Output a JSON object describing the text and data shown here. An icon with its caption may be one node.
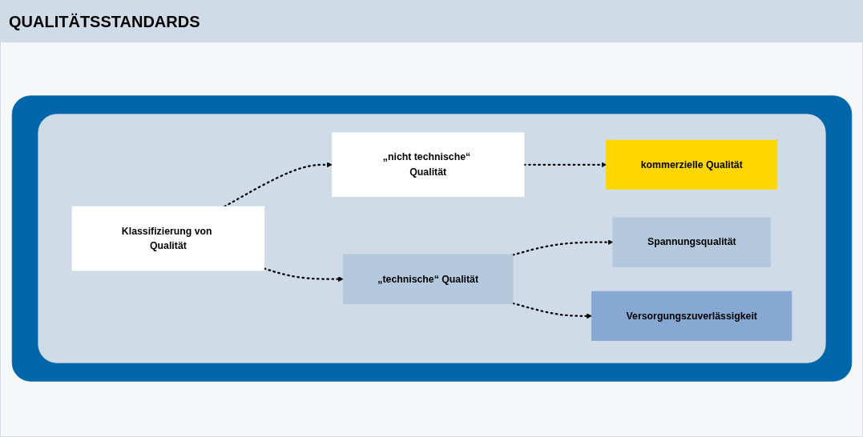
{
  "diagram": {
    "title": "QUALITÄTSSTANDARDS",
    "nodes": [
      {
        "text": [],
        "shape": "box"
      },
      {
        "text": [],
        "shape": "box",
        "in": 0
      },
      {
        "text": [
          "Klassifizierung von Qualität"
        ],
        "in": 1
      },
      {
        "text": [
          "„nicht technische“ Qualität"
        ],
        "in": 1
      },
      {
        "text": [
          "„technische“ Qualität"
        ],
        "in": 1
      },
      {
        "text": [
          "kommerzielle Qualität"
        ],
        "in": 1
      },
      {
        "text": [
          "Spannungsqualität"
        ],
        "in": 1
      },
      {
        "text": [
          "Versorgungszuverlässigkeit"
        ],
        "in": 1
      }
    ],
    "edges": [
      {
        "from": 2,
        "to": 3,
        "arrow": "to",
        "style": "dashed"
      },
      {
        "from": 2,
        "to": 4,
        "arrow": "to",
        "style": "dashed"
      },
      {
        "from": 3,
        "to": 5,
        "arrow": "to",
        "style": "dashed"
      },
      {
        "from": 4,
        "to": 6,
        "arrow": "to",
        "style": "dashed"
      },
      {
        "from": 4,
        "to": 7,
        "arrow": "to",
        "style": "dashed"
      }
    ]
  }
}
